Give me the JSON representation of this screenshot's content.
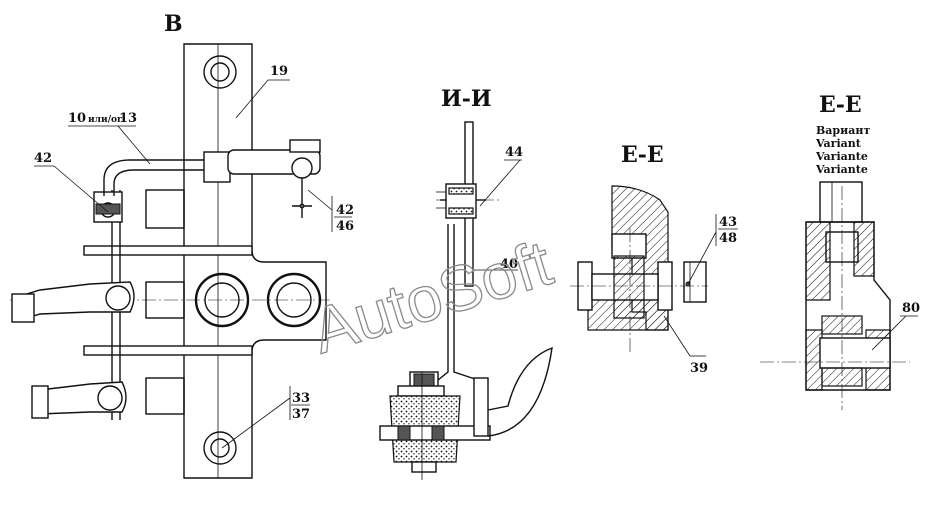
{
  "views": {
    "view_b": {
      "title": "В",
      "callouts": {
        "c19": "19",
        "c10_13_a": "10",
        "c10_13_or": "или/or",
        "c10_13_b": "13",
        "c42": "42",
        "c42_46_a": "42",
        "c42_46_b": "46",
        "c33_37_a": "33",
        "c33_37_b": "37"
      }
    },
    "section_ii": {
      "title": "И-И",
      "callouts": {
        "c44": "44",
        "c40": "40"
      }
    },
    "section_ee_1": {
      "title": "Е-Е",
      "callouts": {
        "c43_48_a": "43",
        "c43_48_b": "48",
        "c39": "39"
      }
    },
    "section_ee_2": {
      "title": "Е-Е",
      "variant_lines": [
        "Вариант",
        "Variant",
        "Variante",
        "Variante"
      ],
      "callouts": {
        "c80": "80"
      }
    }
  },
  "watermark": "AutoSoft"
}
